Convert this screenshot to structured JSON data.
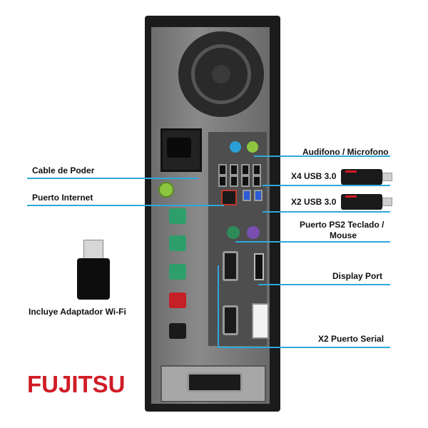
{
  "labels": {
    "audio": "Audifono / Microfono",
    "usb4": "X4 USB 3.0",
    "usb2": "X2 USB 3.0",
    "ps2_line1": "Puerto PS2 Teclado /",
    "ps2_line2": "Mouse",
    "display": "Display Port",
    "serial": "X2 Puerto Serial",
    "power": "Cable de Poder",
    "ethernet": "Puerto Internet",
    "wifi": "Incluye Adaptador Wi-Fi"
  },
  "brand": {
    "logo": "FUJITSU",
    "logo_color": "#d01c25"
  },
  "colors": {
    "leader_line": "#2fa8d8",
    "ps2_green": "#2e8b57",
    "ps2_purple": "#7a4fb0",
    "audio_blue": "#2a9fd6",
    "audio_green": "#8cc63f",
    "powered_usb_green": "#2e9e6b",
    "powered_usb_red": "#c42026"
  }
}
